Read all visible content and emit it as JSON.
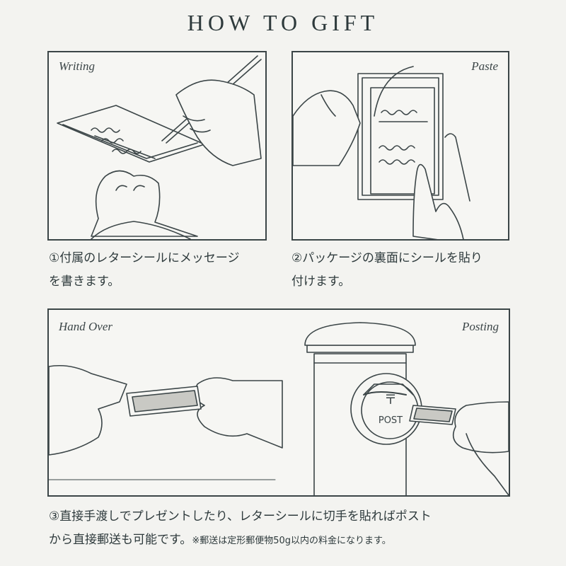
{
  "title": "HOW TO GIFT",
  "panels": {
    "writing": {
      "label": "Writing"
    },
    "paste": {
      "label": "Paste"
    },
    "handover": {
      "label": "Hand Over"
    },
    "posting": {
      "label": "Posting",
      "mailbox_text": "POST",
      "postal_mark": "〒"
    }
  },
  "captions": {
    "step1_line1": "①付属のレターシールにメッセージ",
    "step1_line2": "を書きます。",
    "step2_line1": "②パッケージの裏面にシールを貼り",
    "step2_line2": "付けます。",
    "step3_line1": "③直接手渡しでプレゼントしたり、レターシールに切手を貼ればポスト",
    "step3_line2": "から直接郵送も可能です。",
    "step3_note": "※郵送は定形郵便物50g以内の料金になります。"
  },
  "colors": {
    "ink": "#2e3a3c",
    "paper": "#f3f3f0"
  }
}
